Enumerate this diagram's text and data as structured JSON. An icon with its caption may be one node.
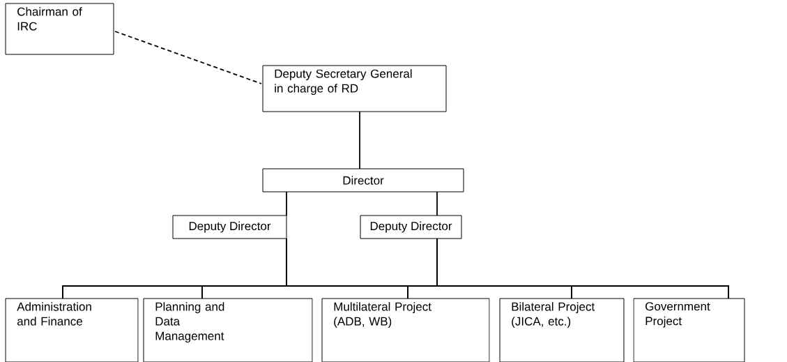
{
  "diagram": {
    "nodes": [
      {
        "text": [
          "Chairman of IRC"
        ]
      },
      {
        "text": [
          "Deputy Secretary General in charge of RD"
        ]
      },
      {
        "text": [
          "Director"
        ]
      },
      {
        "text": [
          "Deputy Director"
        ]
      },
      {
        "text": [
          "Deputy Director"
        ]
      },
      {
        "text": [
          "Administration and Finance"
        ]
      },
      {
        "text": [
          "Planning and Data Management"
        ]
      },
      {
        "text": [
          "Multilateral Project (ADB, WB)"
        ]
      },
      {
        "text": [
          "Bilateral Project (JICA, etc.)"
        ]
      },
      {
        "text": [
          "Government Project"
        ]
      }
    ],
    "edges": [
      {
        "from": 0,
        "to": 1,
        "arrow": "none",
        "style": "dashed"
      },
      {
        "from": 1,
        "to": 2,
        "arrow": "none"
      },
      {
        "from": 2,
        "to": 3,
        "arrow": "none"
      },
      {
        "from": 2,
        "to": 4,
        "arrow": "none"
      },
      {
        "from": 3,
        "to": 5,
        "arrow": "none"
      },
      {
        "from": 3,
        "to": 6,
        "arrow": "none"
      },
      {
        "from": 3,
        "to": 7,
        "arrow": "none"
      },
      {
        "from": 3,
        "to": 8,
        "arrow": "none"
      },
      {
        "from": 3,
        "to": 9,
        "arrow": "none"
      },
      {
        "from": 4,
        "to": 5,
        "arrow": "none"
      },
      {
        "from": 4,
        "to": 6,
        "arrow": "none"
      },
      {
        "from": 4,
        "to": 7,
        "arrow": "none"
      },
      {
        "from": 4,
        "to": 8,
        "arrow": "none"
      },
      {
        "from": 4,
        "to": 9,
        "arrow": "none"
      }
    ]
  }
}
